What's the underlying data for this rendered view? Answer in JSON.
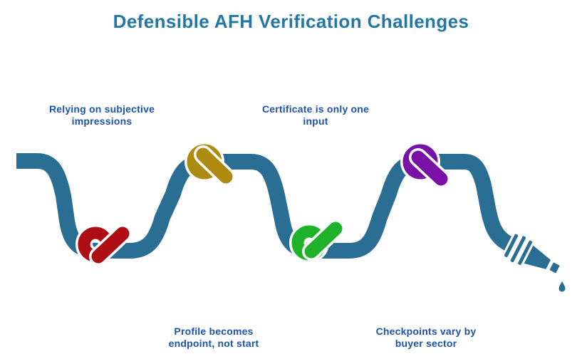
{
  "title": {
    "text": "Defensible AFH Verification Challenges",
    "color": "#2177a6"
  },
  "label_color": "#1c53ac",
  "labels": [
    {
      "text": "Relying on subjective impressions",
      "knot": "red",
      "position": "top-left"
    },
    {
      "text": "Certificate is only one input",
      "knot": "gold",
      "position": "top-center"
    },
    {
      "text": "Profile becomes endpoint, not start",
      "knot": "green",
      "position": "bottom-center-left"
    },
    {
      "text": "Checkpoints vary by buyer sector",
      "knot": "purple",
      "position": "bottom-right"
    }
  ],
  "hose": {
    "color": "#2b6e94",
    "outline_color": "#ffffff"
  },
  "knots": [
    {
      "name": "red",
      "color": "#ae0e13"
    },
    {
      "name": "gold",
      "color": "#ad8a10"
    },
    {
      "name": "green",
      "color": "#21b22c"
    },
    {
      "name": "purple",
      "color": "#7a12a6"
    }
  ],
  "droplet": {
    "color": "#2b6e94"
  }
}
